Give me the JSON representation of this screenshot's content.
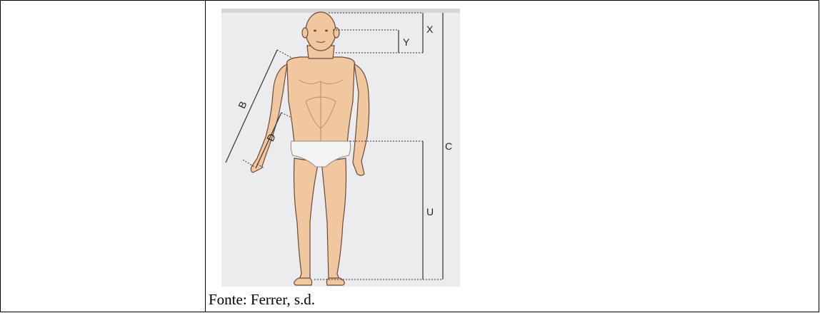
{
  "figure": {
    "labels": {
      "x": "X",
      "y": "Y",
      "b": "B",
      "d": "D",
      "c": "C",
      "u": "U"
    },
    "colors": {
      "background": "#ecebee",
      "skin": "#f1c7a0",
      "skin_shade": "#d89f78",
      "outline": "#6b4a3a",
      "underwear": "#f4f4f4",
      "lines": "#333333"
    }
  },
  "caption": "Fonte: Ferrer, s.d."
}
